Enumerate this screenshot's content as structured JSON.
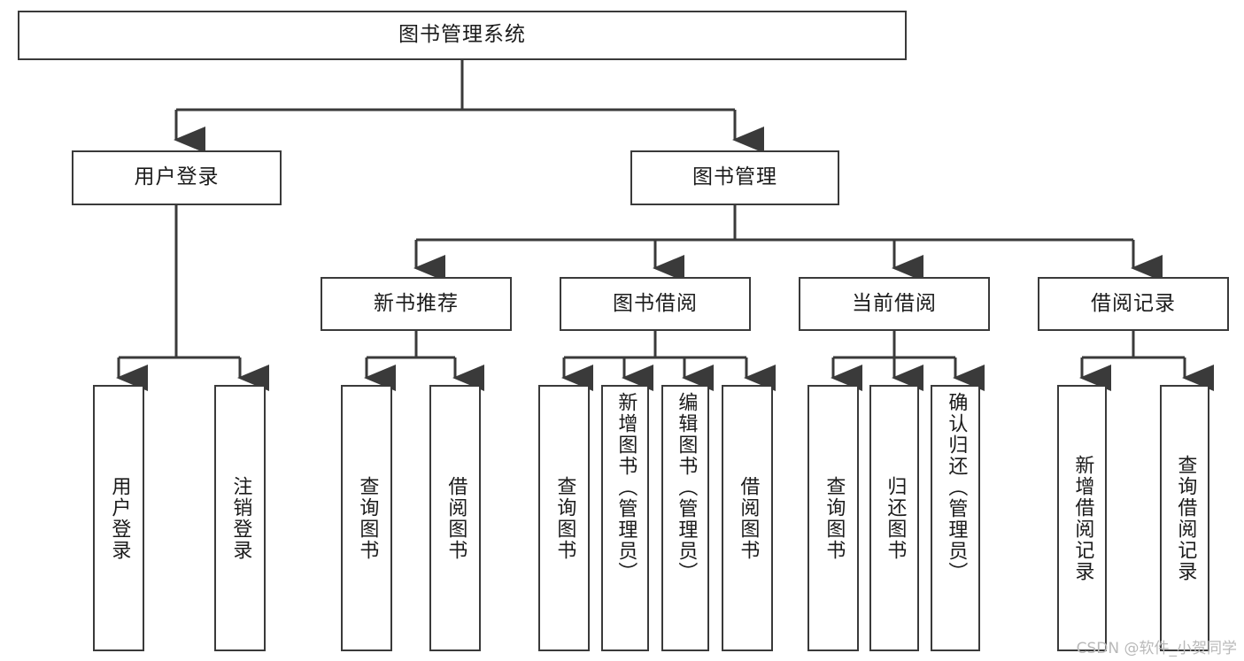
{
  "diagram": {
    "type": "tree-hierarchy-flowchart",
    "title": "图书管理系统",
    "orientation": "top-down",
    "edge_style": "orthogonal-arrow",
    "colors": {
      "box_border": "#3a3a3a",
      "box_fill": "#ffffff",
      "line": "#3a3a3a",
      "text": "#1b1b1b",
      "background": "#ffffff",
      "watermark": "#b9b9b9"
    },
    "root": {
      "id": "root",
      "label": "图书管理系统"
    },
    "level2": [
      {
        "id": "user-login",
        "label": "用户登录"
      },
      {
        "id": "book-manage",
        "label": "图书管理"
      }
    ],
    "level3": [
      {
        "id": "new-book-recommend",
        "label": "新书推荐",
        "parent": "book-manage"
      },
      {
        "id": "book-borrow",
        "label": "图书借阅",
        "parent": "book-manage"
      },
      {
        "id": "current-borrow",
        "label": "当前借阅",
        "parent": "book-manage"
      },
      {
        "id": "borrow-record",
        "label": "借阅记录",
        "parent": "book-manage"
      }
    ],
    "leaves": {
      "user-login": [
        {
          "id": "leaf-user-login",
          "label": "用户登录"
        },
        {
          "id": "leaf-user-logout",
          "label": "注销登录"
        }
      ],
      "new-book-recommend": [
        {
          "id": "leaf-query-book-1",
          "label": "查询图书"
        },
        {
          "id": "leaf-borrow-book-1",
          "label": "借阅图书"
        }
      ],
      "book-borrow": [
        {
          "id": "leaf-query-book-2",
          "label": "查询图书"
        },
        {
          "id": "leaf-add-book",
          "label": "新增图书（管理员）"
        },
        {
          "id": "leaf-edit-book",
          "label": "编辑图书（管理员）"
        },
        {
          "id": "leaf-borrow-book-2",
          "label": "借阅图书"
        }
      ],
      "current-borrow": [
        {
          "id": "leaf-query-book-3",
          "label": "查询图书"
        },
        {
          "id": "leaf-return-book",
          "label": "归还图书"
        },
        {
          "id": "leaf-confirm-return",
          "label": "确认归还（管理员）"
        }
      ],
      "borrow-record": [
        {
          "id": "leaf-add-record",
          "label": "新增借阅记录"
        },
        {
          "id": "leaf-query-record",
          "label": "查询借阅记录"
        }
      ]
    }
  },
  "watermark": {
    "text": "CSDN @软件_小贺同学"
  }
}
